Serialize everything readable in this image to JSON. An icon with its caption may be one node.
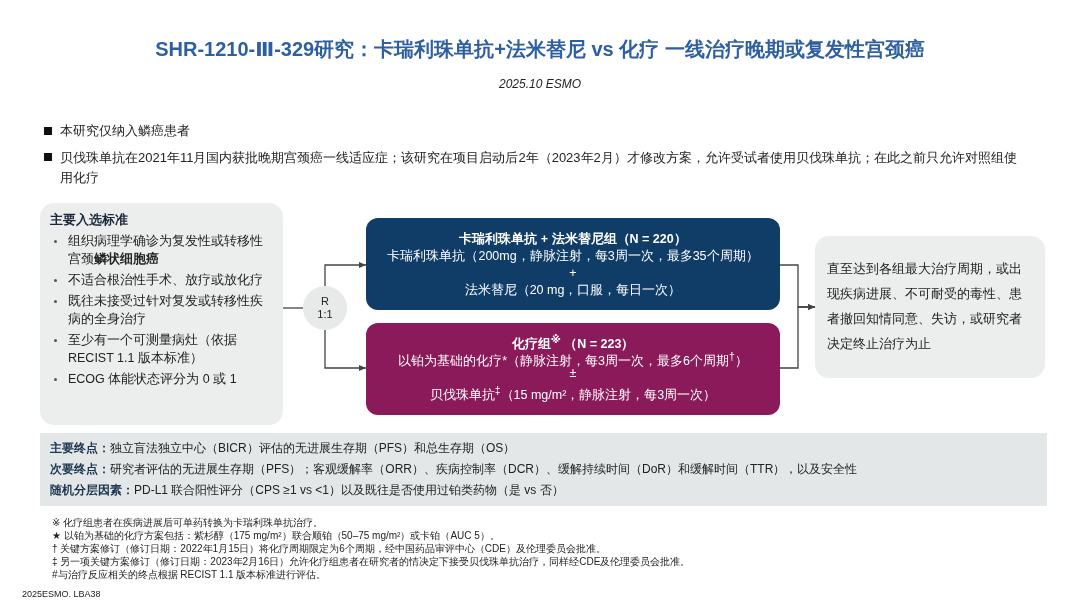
{
  "diagram": {
    "title": "SHR-1210-Ⅲ-329研究：卡瑞利珠单抗+法米替尼 vs 化疗 一线治疗晚期或复发性宫颈癌",
    "nodes": [
      {
        "text": [
          "主要入选标准",
          "组织病理学确诊为复发性或转移性宫颈**鳞状细胞癌**",
          "不适合根治性手术、放疗或放化疗",
          "既往未接受过针对复发或转移性疾病的全身治疗",
          "至少有一个可测量病灶（依据 RECIST 1.1 版本标准）",
          "ECOG 体能状态评分为 0 或 1"
        ]
      },
      {
        "text": [
          "R 1:1"
        ]
      },
      {
        "text": [
          "卡瑞利珠单抗 + 法米替尼组（N = 220）",
          "卡瑞利珠单抗（200mg，静脉注射，每3周一次，最多35个周期）",
          "+",
          "法米替尼（20 mg，口服，每日一次）"
        ]
      },
      {
        "text": [
          "化疗组$^{※}$ （N = 223）",
          "以铂为基础的化疗*（静脉注射，每3周一次，最多6个周期$^{†}$）",
          "±",
          "贝伐珠单抗$^{‡}$（15 mg/m²，静脉注射，每3周一次）"
        ]
      },
      {
        "text": [
          "直至达到各组最大治疗周期，或出现疾病进展、不可耐受的毒性、患者撤回知情同意、失访，或研究者决定终止治疗为止"
        ]
      },
      {
        "text": [
          "**主要终点：**独立盲法独立中心（BICR）评估的无进展生存期（PFS）和总生存期（OS）",
          "**次要终点：**研究者评估的无进展生存期（PFS）；客观缓解率（ORR）、疾病控制率（DCR）、缓解持续时间（DoR）和缓解时间（TTR），以及安全性",
          "**随机分层因素：**PD-L1 联合阳性评分（CPS ≥1 vs <1）以及既往是否使用过铂类药物（是 vs 否）"
        ]
      }
    ],
    "edges": [
      {
        "from": 0,
        "to": 1,
        "arrow": "none"
      },
      {
        "from": 1,
        "to": 2,
        "arrow": "to"
      },
      {
        "from": 1,
        "to": 3,
        "arrow": "to"
      },
      {
        "from": 2,
        "to": 4,
        "arrow": "to"
      },
      {
        "from": 3,
        "to": 4,
        "arrow": "to"
      }
    ],
    "labels": [
      "2025.10 ESMO",
      "本研究仅纳入鳞癌患者",
      "贝伐珠单抗在2021年11月国内获批晚期宫颈癌一线适应症；该研究在项目启动后2年（2023年2月）才修改方案，允许受试者使用贝伐珠单抗；在此之前只允许对照组使用化疗",
      "※ 化疗组患者在疾病进展后可单药转换为卡瑞利珠单抗治疗。",
      "★ 以铂为基础的化疗方案包括：紫杉醇（175 mg/m²）联合顺铂（50–75 mg/m²）或卡铂（AUC 5）。",
      "† 关键方案修订（修订日期：2022年1月15日）将化疗周期限定为6个周期，经中国药品审评中心（CDE）及伦理委员会批准。",
      "‡ 另一项关键方案修订（修订日期：2023年2月16日）允许化疗组患者在研究者的情决定下接受贝伐珠单抗治疗，同样经CDE及伦理委员会批准。",
      "#与治疗反应相关的终点根据 RECIST 1.1 版本标准进行评估。",
      "2025ESMO. LBA38"
    ]
  }
}
